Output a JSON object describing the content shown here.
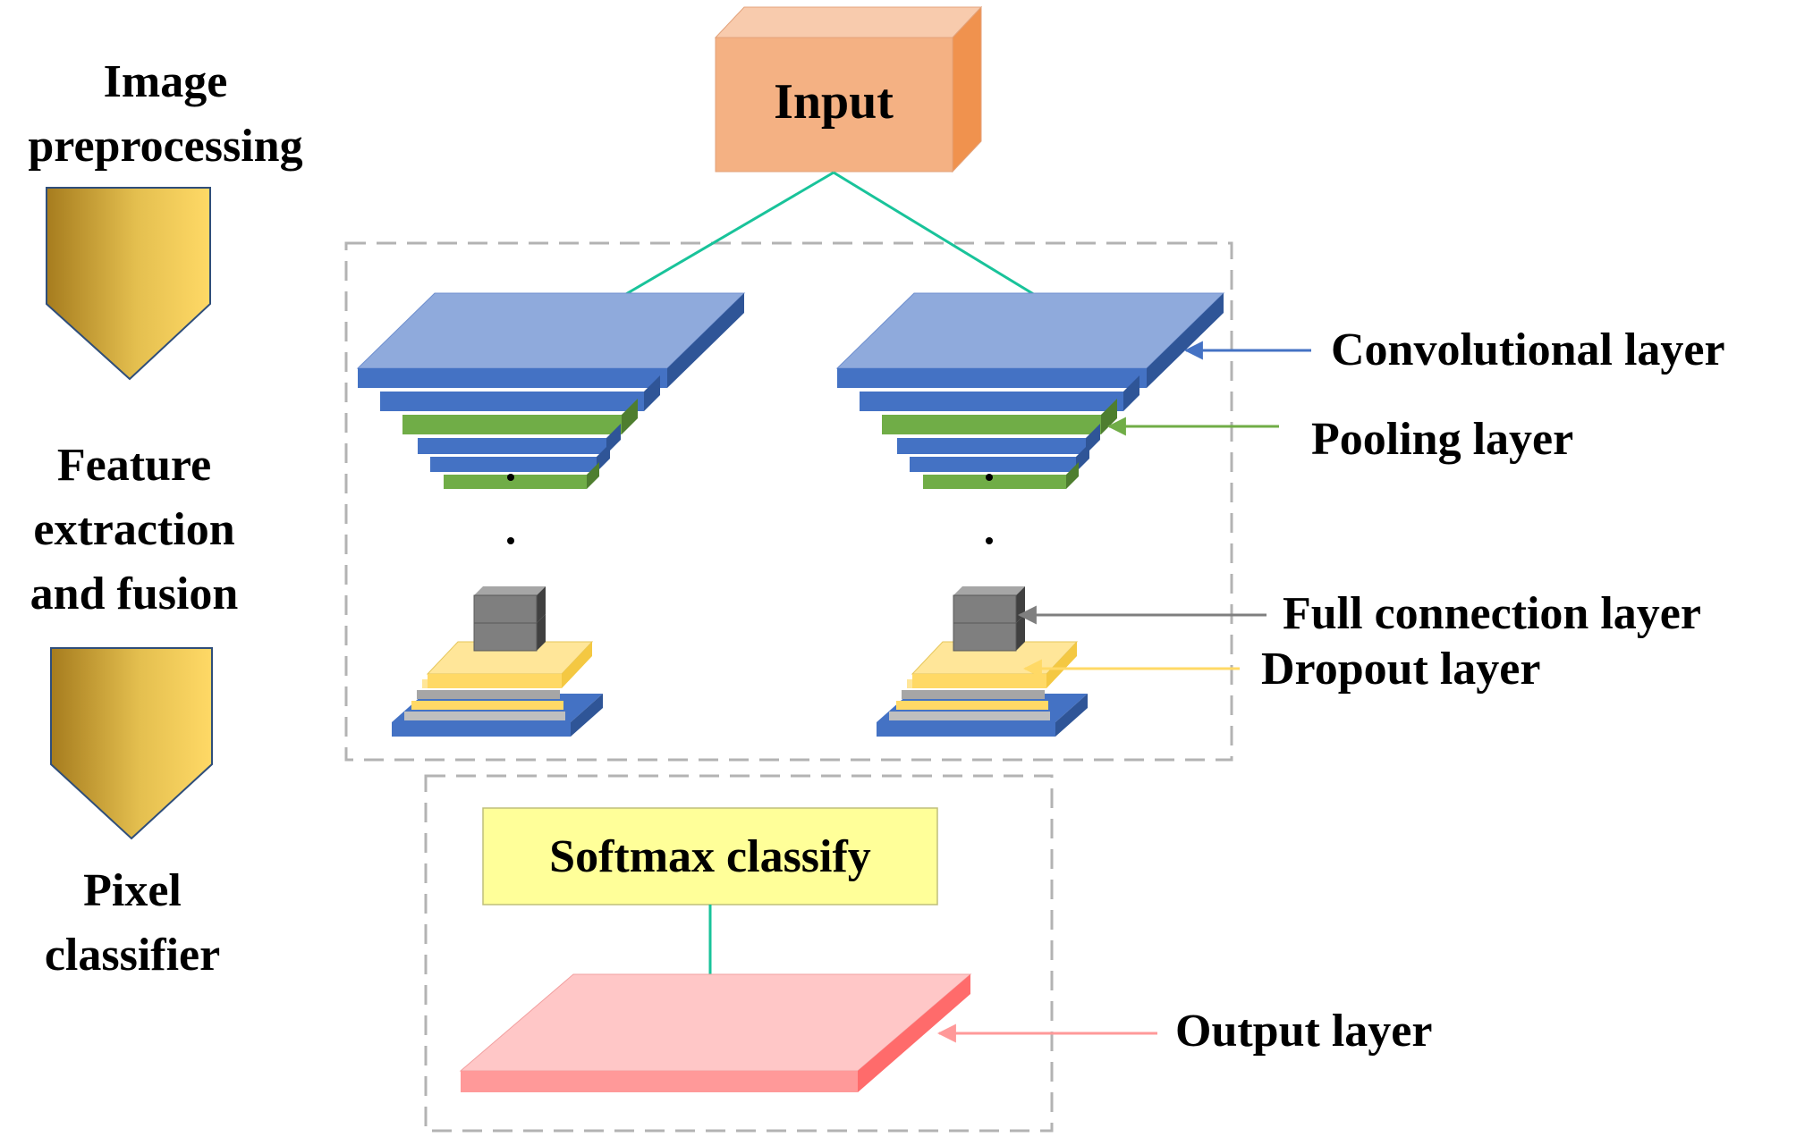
{
  "stages": {
    "preprocessing": [
      "Image",
      "preprocessing"
    ],
    "feature": [
      "Feature",
      "extraction",
      "and fusion"
    ],
    "classifier": [
      "Pixel",
      "classifier"
    ]
  },
  "boxes": {
    "input": "Input",
    "softmax": "Softmax classify"
  },
  "layers": {
    "convolutional": "Convolutional layer",
    "pooling": "Pooling layer",
    "full_connection": "Full connection layer",
    "dropout": "Dropout layer",
    "output": "Output layer"
  },
  "colors": {
    "convolutional": "#4472c4",
    "pooling": "#70ad47",
    "full_connection": "#7f7f7f",
    "dropout": "#ffd966",
    "output": "#ff9999",
    "input_box": "#f4b183",
    "softmax_box": "#ffff99",
    "arrow": "#19c39a",
    "stage_arrow": "#c9a227"
  }
}
